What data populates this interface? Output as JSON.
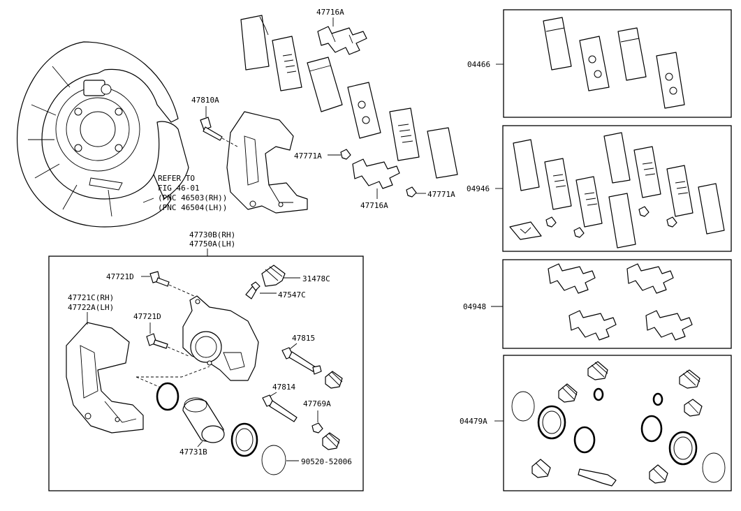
{
  "labels": {
    "p47716A_top": "47716A",
    "p47810A": "47810A",
    "p47771A_left": "47771A",
    "p47716A_bottom": "47716A",
    "p47771A_right": "47771A",
    "refer_line1": "REFER TO",
    "refer_line2": "FIG 46-01",
    "refer_line3": "(PNC 46503(RH))",
    "refer_line4": "(PNC 46504(LH))",
    "p47730B": "47730B(RH)",
    "p47750A": "47750A(LH)",
    "p47721D_top": "47721D",
    "p31478C": "31478C",
    "p47547C": "47547C",
    "p47721C": "47721C(RH)",
    "p47722A": "47722A(LH)",
    "p47721D_mid": "47721D",
    "p47815": "47815",
    "p47814": "47814",
    "p47769A": "47769A",
    "p47731B": "47731B",
    "p90520": "90520-52006",
    "kit04466": "04466",
    "kit04946": "04946",
    "kit04948": "04948",
    "kit04479A": "04479A"
  }
}
